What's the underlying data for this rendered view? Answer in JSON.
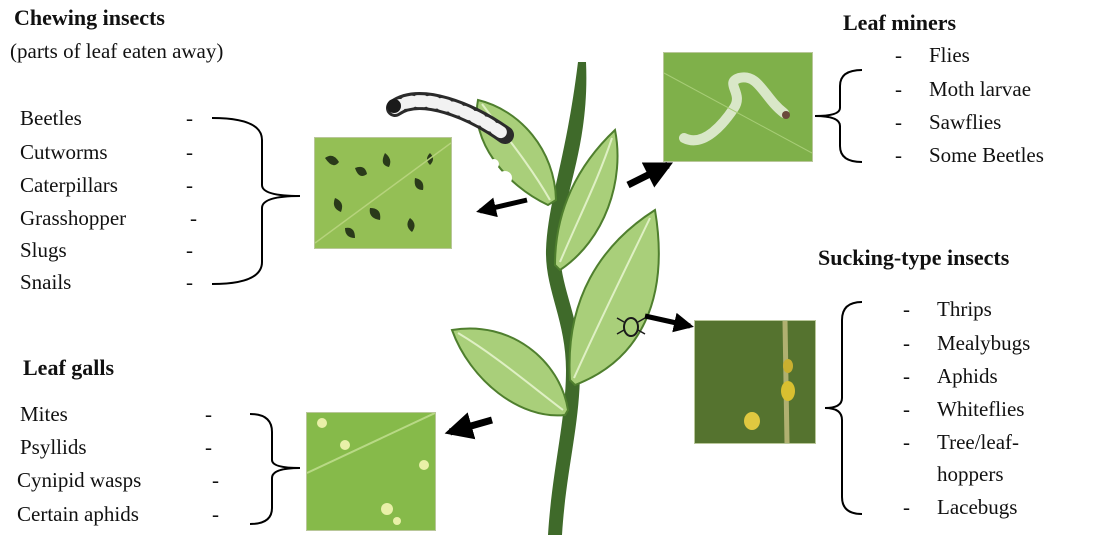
{
  "colors": {
    "stem": "#3f6a2a",
    "leaf": "#a9cf7a",
    "leaf_edge": "#4f7f2e",
    "leaf_vein": "#dff0c4",
    "arrow": "#000000",
    "bracket": "#000000",
    "text": "#111111"
  },
  "chewing": {
    "title": "Chewing insects",
    "subtitle": "(parts of leaf eaten away)",
    "items": [
      "Beetles",
      "Cutworms",
      "Caterpillars",
      "Grasshopper",
      "Slugs",
      "Snails"
    ],
    "photo_icon": "chewed-leaf-photo"
  },
  "miners": {
    "title": "Leaf miners",
    "items": [
      "Flies",
      "Moth larvae",
      "Sawflies",
      "Some Beetles"
    ],
    "photo_icon": "leaf-mine-photo"
  },
  "sucking": {
    "title": "Sucking-type insects",
    "items": [
      "Thrips",
      "Mealybugs",
      "Aphids",
      "Whiteflies",
      "Tree/leaf-",
      "hoppers",
      "Lacebugs"
    ],
    "photo_icon": "sucking-insects-photo"
  },
  "galls": {
    "title": "Leaf galls",
    "items": [
      "Mites",
      "Psyllids",
      "Cynipid wasps",
      "Certain aphids"
    ],
    "photo_icon": "leaf-galls-photo"
  },
  "icons": {
    "caterpillar": "caterpillar-icon",
    "bug": "bug-icon",
    "plant": "plant-illustration"
  }
}
